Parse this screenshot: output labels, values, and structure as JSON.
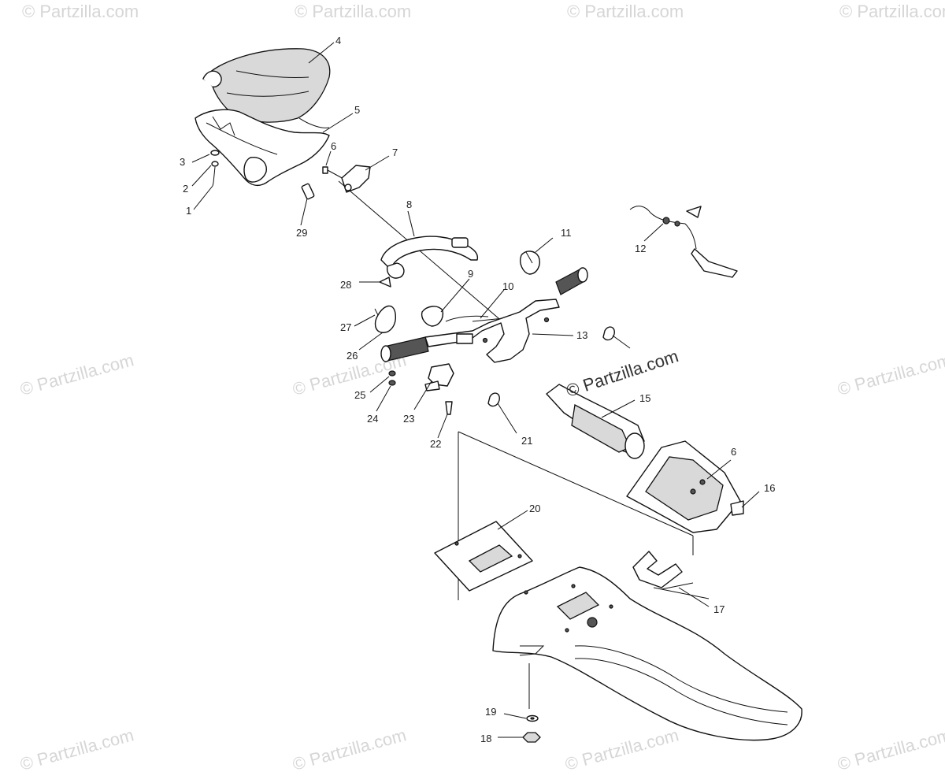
{
  "diagram": {
    "watermark_text": "© Partzilla.com",
    "center_watermark_text": "© Partzilla.com",
    "callouts": [
      {
        "id": "c1",
        "label": "1"
      },
      {
        "id": "c2",
        "label": "2"
      },
      {
        "id": "c3",
        "label": "3"
      },
      {
        "id": "c4",
        "label": "4"
      },
      {
        "id": "c5",
        "label": "5"
      },
      {
        "id": "c6a",
        "label": "6"
      },
      {
        "id": "c6b",
        "label": "6"
      },
      {
        "id": "c7",
        "label": "7"
      },
      {
        "id": "c8",
        "label": "8"
      },
      {
        "id": "c9",
        "label": "9"
      },
      {
        "id": "c10",
        "label": "10"
      },
      {
        "id": "c11",
        "label": "11"
      },
      {
        "id": "c12",
        "label": "12"
      },
      {
        "id": "c13",
        "label": "13"
      },
      {
        "id": "c15",
        "label": "15"
      },
      {
        "id": "c16",
        "label": "16"
      },
      {
        "id": "c17",
        "label": "17"
      },
      {
        "id": "c18",
        "label": "18"
      },
      {
        "id": "c19",
        "label": "19"
      },
      {
        "id": "c20",
        "label": "20"
      },
      {
        "id": "c21",
        "label": "21"
      },
      {
        "id": "c22",
        "label": "22"
      },
      {
        "id": "c23",
        "label": "23"
      },
      {
        "id": "c24",
        "label": "24"
      },
      {
        "id": "c25",
        "label": "25"
      },
      {
        "id": "c26",
        "label": "26"
      },
      {
        "id": "c27",
        "label": "27"
      },
      {
        "id": "c28",
        "label": "28"
      },
      {
        "id": "c29",
        "label": "29"
      }
    ]
  }
}
